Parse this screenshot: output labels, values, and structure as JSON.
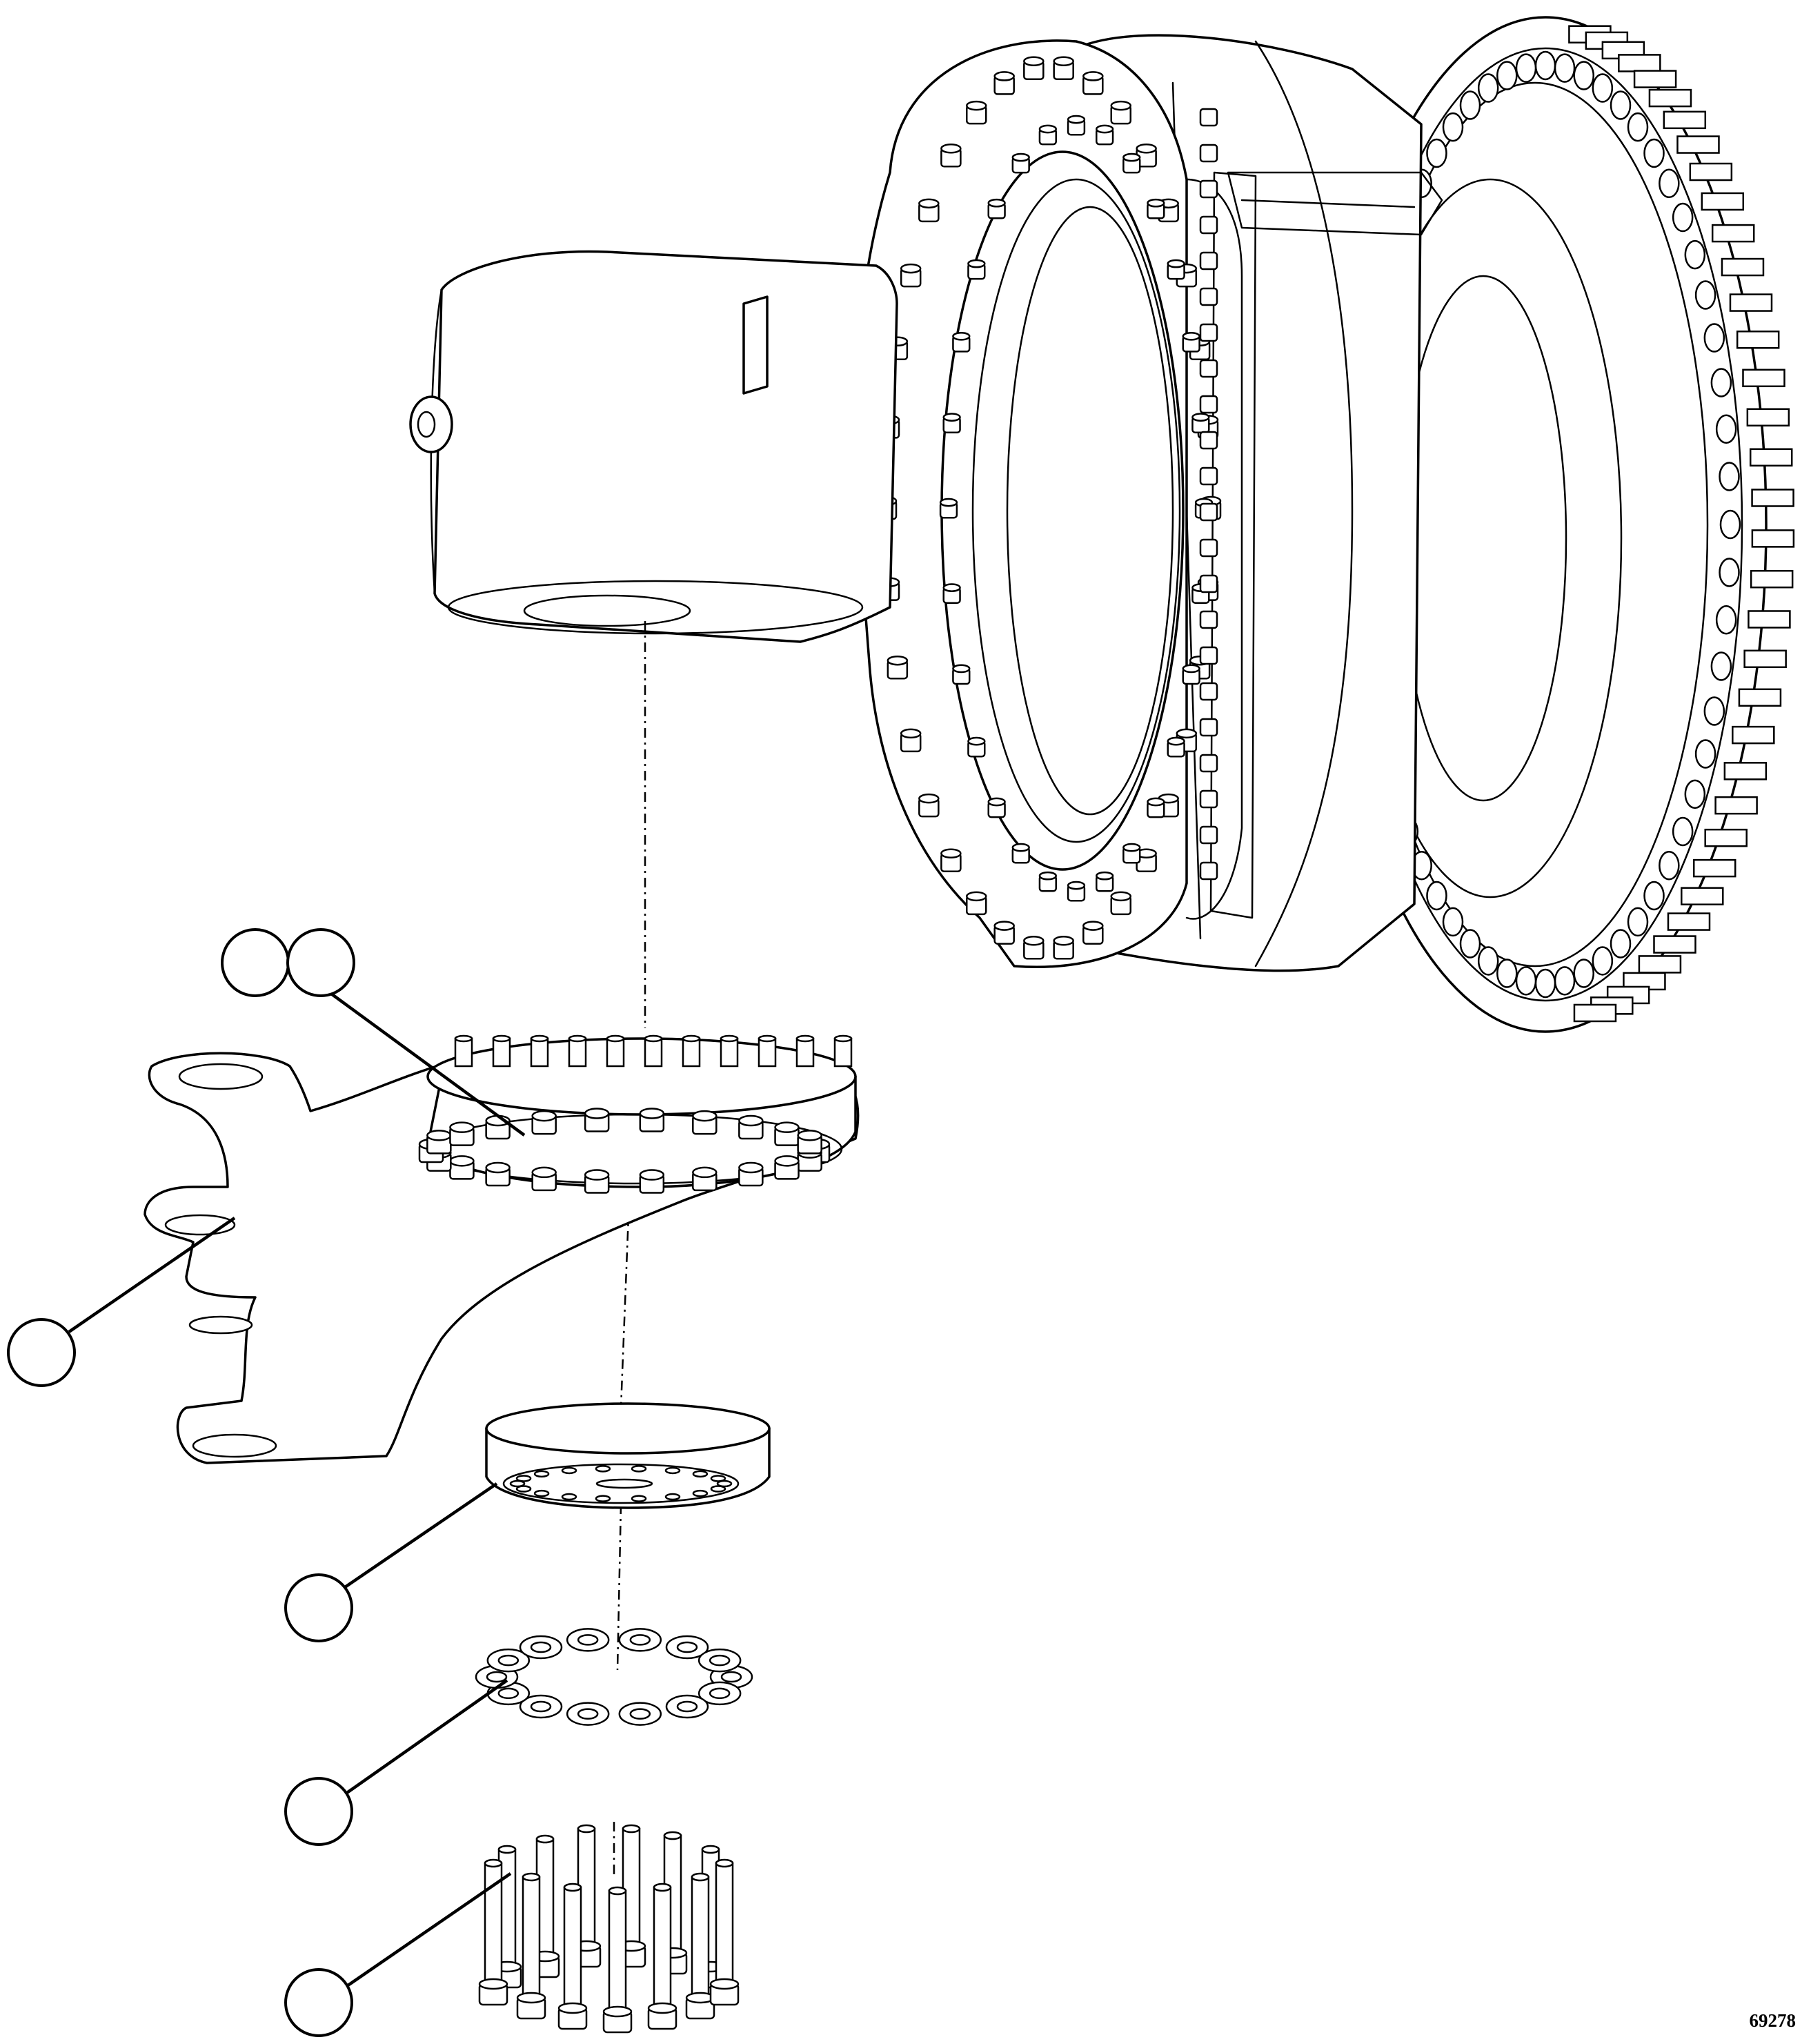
{
  "figure": {
    "number": "69278"
  },
  "callouts": [
    {
      "id": "c1",
      "label": ""
    },
    {
      "id": "c2",
      "label": ""
    },
    {
      "id": "c3",
      "label": ""
    },
    {
      "id": "c4",
      "label": ""
    },
    {
      "id": "c5",
      "label": ""
    },
    {
      "id": "c6",
      "label": ""
    }
  ]
}
